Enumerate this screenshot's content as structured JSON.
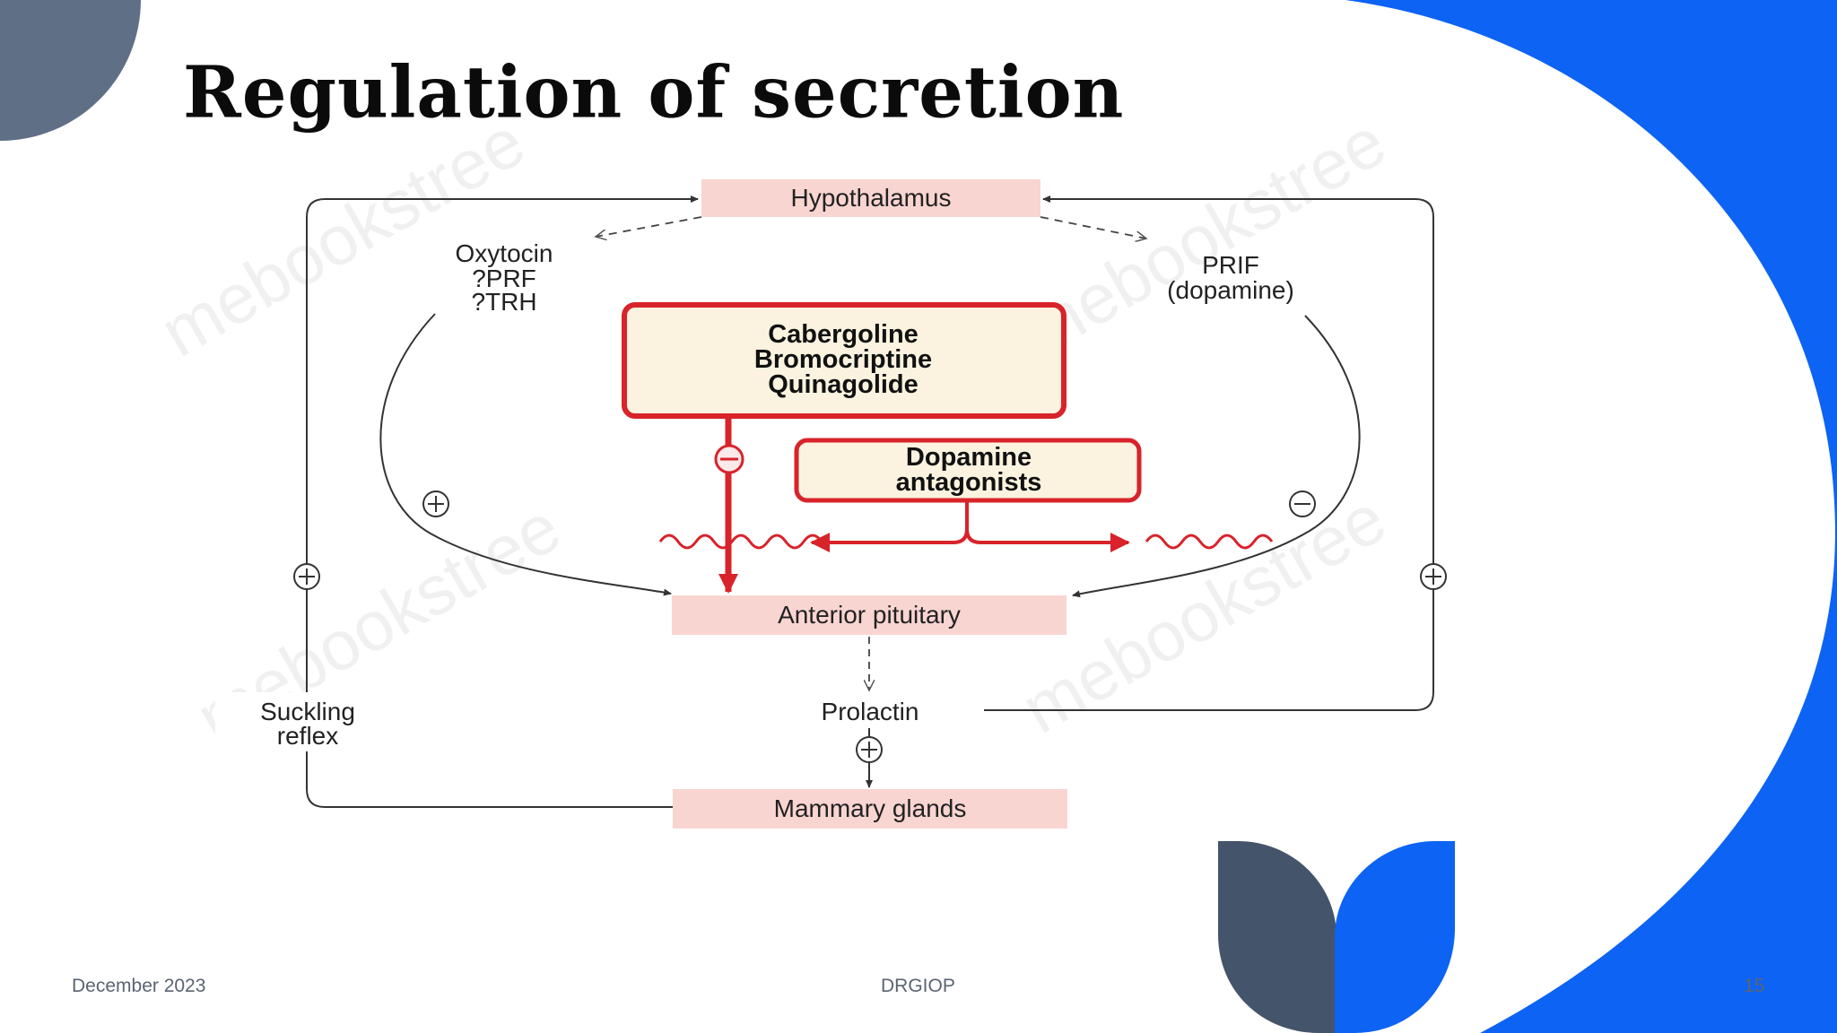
{
  "slide": {
    "title": "Regulation of secretion",
    "footer_date": "December 2023",
    "footer_center": "DRGIOP",
    "page_number": "15"
  },
  "colors": {
    "accent_blue": "#0d63f3",
    "slate": "#44546a",
    "slate_light": "#5f6f86",
    "node_fill": "#f9d5d2",
    "drug_box_fill": "#fbf3df",
    "red": "#d8232a",
    "line": "#333333"
  },
  "diagram": {
    "hypothalamus": "Hypothalamus",
    "left_factors": [
      "Oxytocin",
      "?PRF",
      "?TRH"
    ],
    "right_factors": [
      "PRIF",
      "(dopamine)"
    ],
    "agonists": [
      "Cabergoline",
      "Bromocriptine",
      "Quinagolide"
    ],
    "antagonists": [
      "Dopamine",
      "antagonists"
    ],
    "anterior_pituitary": "Anterior pituitary",
    "prolactin": "Prolactin",
    "mammary_glands": "Mammary glands",
    "suckling_reflex": [
      "Suckling",
      "reflex"
    ],
    "watermark": "mebookstree"
  }
}
